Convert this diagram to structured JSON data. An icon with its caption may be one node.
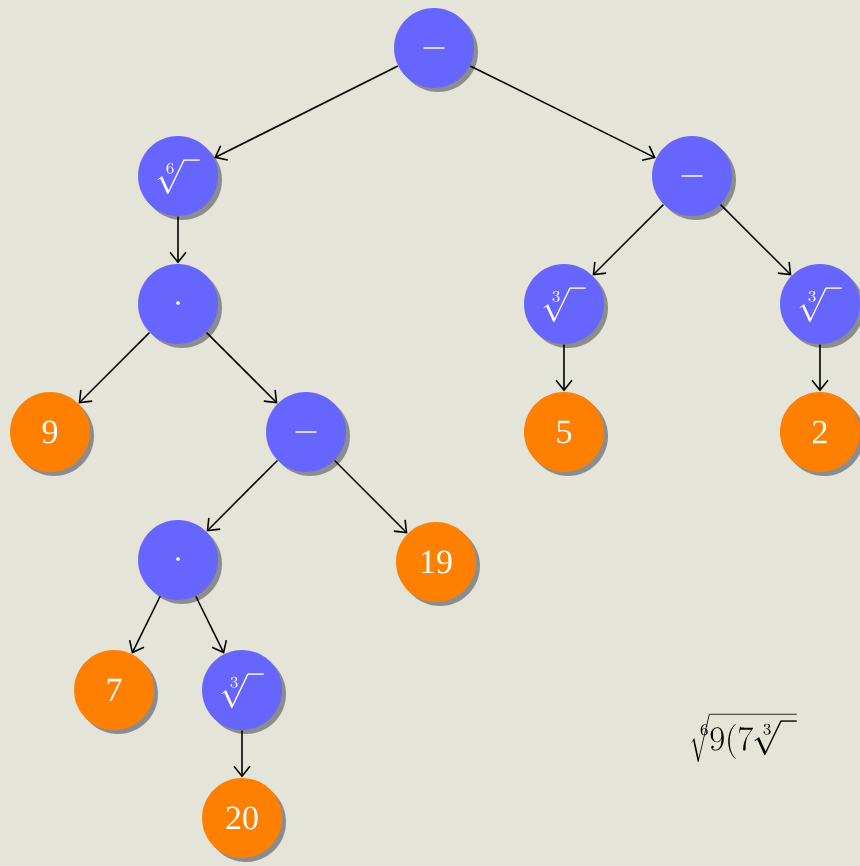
{
  "diagram": {
    "nodes": [
      {
        "text": [
          "-"
        ]
      },
      {
        "text": [
          "\\sqrt[6]{\\phantom{0}}"
        ]
      },
      {
        "text": [
          "\\cdot"
        ]
      },
      {
        "text": [
          "9"
        ]
      },
      {
        "text": [
          "-"
        ]
      },
      {
        "text": [
          "\\cdot"
        ]
      },
      {
        "text": [
          "19"
        ]
      },
      {
        "text": [
          "7"
        ]
      },
      {
        "text": [
          "\\sqrt[3]{\\phantom{0}}"
        ]
      },
      {
        "text": [
          "20"
        ]
      },
      {
        "text": [
          "-"
        ]
      },
      {
        "text": [
          "\\sqrt[3]{\\phantom{0}}"
        ]
      },
      {
        "text": [
          "\\sqrt[3]{\\phantom{0}}"
        ]
      },
      {
        "text": [
          "5"
        ]
      },
      {
        "text": [
          "2"
        ]
      }
    ],
    "edges": [
      {
        "from": 0,
        "to": 1,
        "arrow": "to"
      },
      {
        "from": 0,
        "to": 10,
        "arrow": "to"
      },
      {
        "from": 1,
        "to": 2,
        "arrow": "to"
      },
      {
        "from": 2,
        "to": 3,
        "arrow": "to"
      },
      {
        "from": 2,
        "to": 4,
        "arrow": "to"
      },
      {
        "from": 4,
        "to": 5,
        "arrow": "to"
      },
      {
        "from": 4,
        "to": 6,
        "arrow": "to"
      },
      {
        "from": 5,
        "to": 7,
        "arrow": "to"
      },
      {
        "from": 5,
        "to": 8,
        "arrow": "to"
      },
      {
        "from": 8,
        "to": 9,
        "arrow": "to"
      },
      {
        "from": 10,
        "to": 11,
        "arrow": "to"
      },
      {
        "from": 10,
        "to": 12,
        "arrow": "to"
      },
      {
        "from": 11,
        "to": 13,
        "arrow": "to"
      },
      {
        "from": 12,
        "to": 14,
        "arrow": "to"
      }
    ],
    "labels": [
      "\\sqrt[6]{9(7\\sqrt[3]{\\phantom{0}}}"
    ]
  }
}
